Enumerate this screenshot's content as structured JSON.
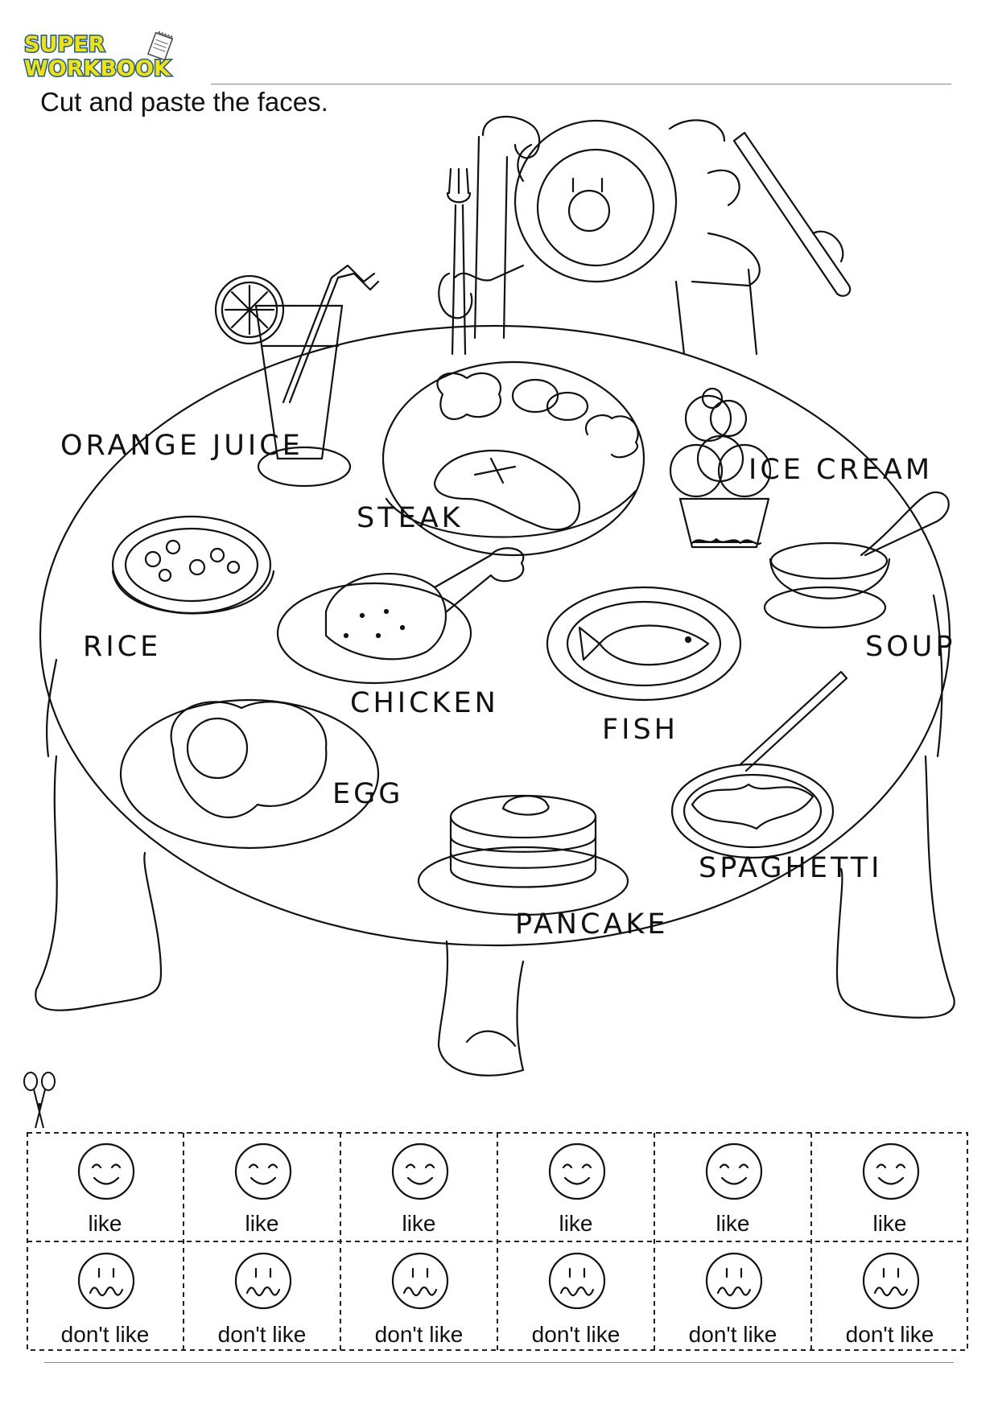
{
  "header": {
    "logo_line1": "SUPER",
    "logo_line2": "WORKBOOK",
    "instruction": "Cut and paste the faces."
  },
  "foods": [
    {
      "id": "orange-juice",
      "label": "ORANGE JUICE"
    },
    {
      "id": "steak",
      "label": "STEAK"
    },
    {
      "id": "ice-cream",
      "label": "ICE CREAM"
    },
    {
      "id": "rice",
      "label": "RICE"
    },
    {
      "id": "soup",
      "label": "SOUP"
    },
    {
      "id": "chicken",
      "label": "CHICKEN"
    },
    {
      "id": "fish",
      "label": "FISH"
    },
    {
      "id": "egg",
      "label": "EGG"
    },
    {
      "id": "spaghetti",
      "label": "SPAGHETTI"
    },
    {
      "id": "pancake",
      "label": "PANCAKE"
    }
  ],
  "faces": {
    "like": [
      "like",
      "like",
      "like",
      "like",
      "like",
      "like"
    ],
    "dislike": [
      "don't like",
      "don't like",
      "don't like",
      "don't like",
      "don't like",
      "don't like"
    ]
  },
  "colors": {
    "logo_fill": "#f2e400",
    "logo_outline": "#1a58a8",
    "line": "#111111"
  },
  "icons": {
    "scissors": "scissors-icon",
    "like_face": "smiley-face-icon",
    "dislike_face": "wavy-mouth-face-icon"
  }
}
